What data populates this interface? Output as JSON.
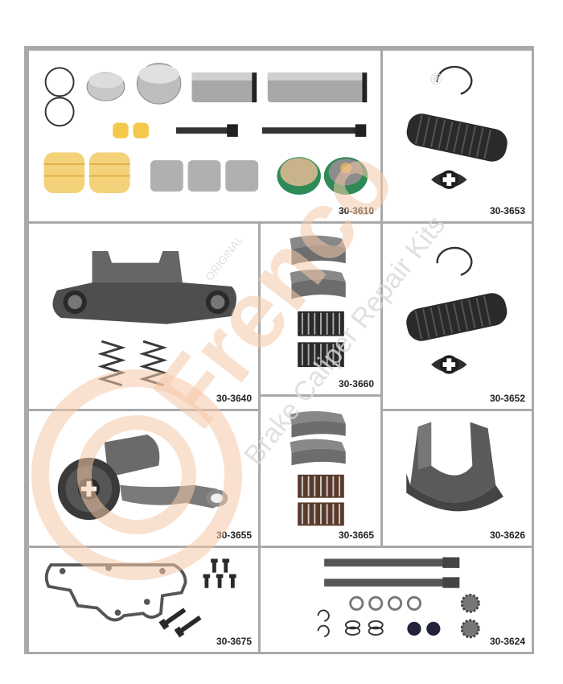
{
  "kits": [
    {
      "code": "30-3610"
    },
    {
      "code": "30-3653"
    },
    {
      "code": "30-3640"
    },
    {
      "code": "30-3660"
    },
    {
      "code": "30-3652"
    },
    {
      "code": "30-3655"
    },
    {
      "code": "30-3665"
    },
    {
      "code": "30-3626"
    },
    {
      "code": "30-3675"
    },
    {
      "code": "30-3624"
    }
  ],
  "watermark": {
    "brand": "Frenco",
    "registered": "®",
    "tagline": "Brake Caliper Repair Kits",
    "original": "ORIGINAL"
  },
  "colors": {
    "border": "#a9a9a9",
    "watermark_orange": "#f5c9a8",
    "watermark_gray": "#d9d9d9",
    "metal": "#9a9a9a",
    "dark_metal": "#4a4a4a",
    "rubber": "#2a2a2a",
    "yellow": "#f4c84a",
    "green": "#2e8b57"
  }
}
